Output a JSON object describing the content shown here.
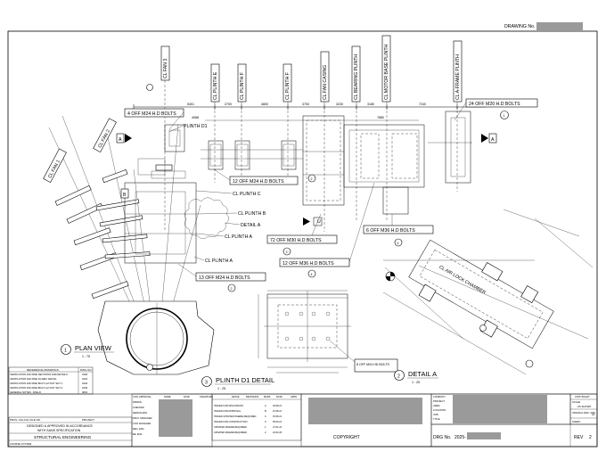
{
  "drawing_no_label": "DRAWING No.",
  "gridlines": [
    "CL FAN 3",
    "CL PLINTH E",
    "CL PLINTH F",
    "CL PLINTH F",
    "CL FAN CASING",
    "CL BEARING PLINTH",
    "CL MOTOR BASE PLINTH",
    "CL A-FRAME PLINTH"
  ],
  "grid_dims": [
    "5401",
    "2700",
    "4800",
    "3700",
    "3230",
    "3180",
    "7240"
  ],
  "overall_dims": [
    "4088",
    "7880"
  ],
  "fan_lines": [
    "CL FAN 2",
    "CL FAN 1"
  ],
  "labels": {
    "plinth_d1": "PLINTH D1",
    "bolts_top_left": "4 OFF M24 H.D BOLTS",
    "bolts_top_right": "24 OFF M20 H.D BOLTS",
    "bolts_m24_12": "12 OFF M24 H.D BOLTS",
    "cl_plinth_c": "CL PLINTH C",
    "cl_plinth_b": "CL PLINTH B",
    "detail_a": "DETAIL A",
    "cl_plinth_a_1": "CL PLINTH A",
    "bolts_m30_72": "72 OFF M30 H.D BOLTS",
    "bolts_m36_6": "6 OFF M36 H.D BOLTS",
    "bolts_m36_12": "12 OFF M36 H.D BOLTS",
    "cl_plinth_a_2": "CL PLINTH A",
    "bolts_m24_13": "13 OFF M24 H.D BOLTS",
    "cl_air_lock": "CL AIR LOCK CHAMBER",
    "bolts_m24_8": "8 OFF M24 HD BOLTS",
    "section_u": "U",
    "section_a_left": "A",
    "section_a_right": "A",
    "section_b": "B"
  },
  "markers": [
    "1",
    "2",
    "3",
    "4",
    "2",
    "4",
    "1",
    "2",
    "3",
    "1"
  ],
  "views": [
    {
      "num": "1",
      "title": "PLAN VIEW",
      "scale": "1 : 75"
    },
    {
      "num": "3",
      "title": "PLINTH D1 DETAIL",
      "scale": "1 : 25"
    },
    {
      "num": "2",
      "title": "DETAIL A",
      "scale": "1 : 25"
    }
  ],
  "reference_table": {
    "header": [
      "REFERENCE DRAWINGS",
      "DWG NO."
    ],
    "rows": [
      [
        "VENTILATION FAN DNE SECTIONS AND DETAILS",
        "0100"
      ],
      [
        "VENTILATION FAN DNE SCHED. DETAIL",
        "0101"
      ],
      [
        "VENTILATION FAN DNE BOLT LAYOUT SHT 1",
        "0102"
      ],
      [
        "VENTILATION FAN DNE BOLT LAYOUT SHT 2",
        "0103"
      ],
      [
        "GENERAL NOTES - DNE-D",
        "0001"
      ]
    ]
  },
  "title_block": {
    "prov_calc": "PROV. CALCUL FILE NO.",
    "project": "PROJECT",
    "designed_line1": "DESIGNED & APPROVED IN ACCORDANCE",
    "designed_line2": "WITH SANS SPECIFICATION",
    "discipline": "STRUCTURAL ENGINEERING",
    "course_system": "COURSE SYSTEM",
    "approval_labels": [
      "CIVIL APPROVAL",
      "DRAWN",
      "CHECKED",
      "DESIGN ENG",
      "PROJ. MANAGER",
      "CIVIL MANAGER",
      "REG. ENG",
      "EE. ENG"
    ],
    "approval_headers": [
      "NAME",
      "DATE",
      "SIGNATURE"
    ],
    "rev_headers": [
      "DETAIL",
      "REVISIONS",
      "MARK",
      "DATE",
      "APPD"
    ],
    "revisions": [
      [
        "ISSUED FOR DISCUSSION",
        "A",
        "04.08.21"
      ],
      [
        "ISSUED FOR APPROVAL",
        "B",
        "10.08.21"
      ],
      [
        "ISSUED UPDATED WHERE REQUIRED",
        "C",
        "15.08.21"
      ],
      [
        "ISSUED FOR CONSTRUCTION",
        "0",
        "05.09.21"
      ],
      [
        "UPDATED WHERE REQUIRED",
        "1",
        "27.01.22"
      ],
      [
        "UPDATED WHERE REQUIRED",
        "2",
        "22.02.26"
      ]
    ],
    "copyright_center": "COPYRIGHT",
    "info_labels": [
      "COMPANY",
      "PROJECT",
      "AREA",
      "LOCATION",
      "JOB",
      "TITLE"
    ],
    "copyright_right": "COPYRIGHT",
    "scale_label": "SCALE",
    "scale_value": "AS SHOWN",
    "orig_label": "ORIGINAL DRG. SIZE",
    "orig_value": "A1",
    "sheet_label": "SHEET",
    "drg_no_label": "DRG No.",
    "drg_no_prefix": "2025-",
    "rev_label": "REV",
    "rev_value": "2"
  }
}
